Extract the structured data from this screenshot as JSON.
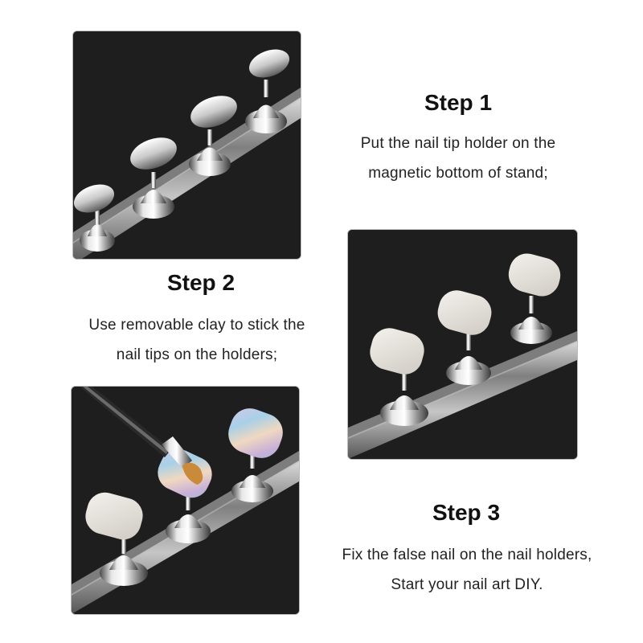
{
  "steps": [
    {
      "title": "Step 1",
      "lines": [
        "Put the nail tip holder on the",
        "magnetic bottom of stand;"
      ]
    },
    {
      "title": "Step 2",
      "lines": [
        "Use removable clay to stick the",
        "nail tips on the holders;"
      ]
    },
    {
      "title": "Step 3",
      "lines": [
        "Fix the false nail on the nail holders,",
        "Start your nail art DIY."
      ]
    }
  ],
  "colors": {
    "background": "#ffffff",
    "photo_background": "#1c1c1c",
    "text": "#1a1a1a"
  }
}
